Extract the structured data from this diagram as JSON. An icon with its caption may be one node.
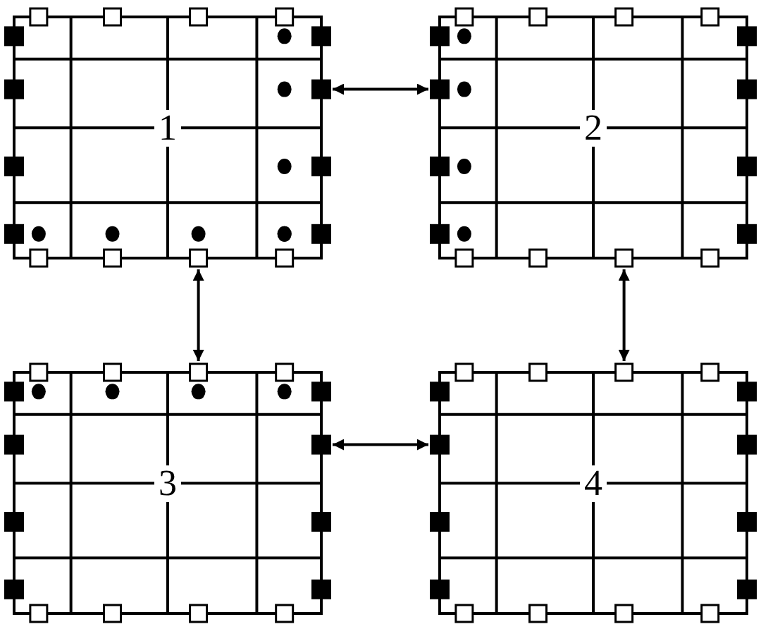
{
  "diagram": {
    "nodes": [
      {
        "text": [
          "1"
        ]
      },
      {
        "text": [
          "2"
        ]
      },
      {
        "text": [
          "3"
        ]
      },
      {
        "text": [
          "4"
        ]
      }
    ],
    "edges": [
      {
        "from": 0,
        "to": 1,
        "arrow": "both"
      },
      {
        "from": 0,
        "to": 2,
        "arrow": "both"
      },
      {
        "from": 1,
        "to": 3,
        "arrow": "both"
      },
      {
        "from": 2,
        "to": 3,
        "arrow": "both"
      }
    ]
  }
}
